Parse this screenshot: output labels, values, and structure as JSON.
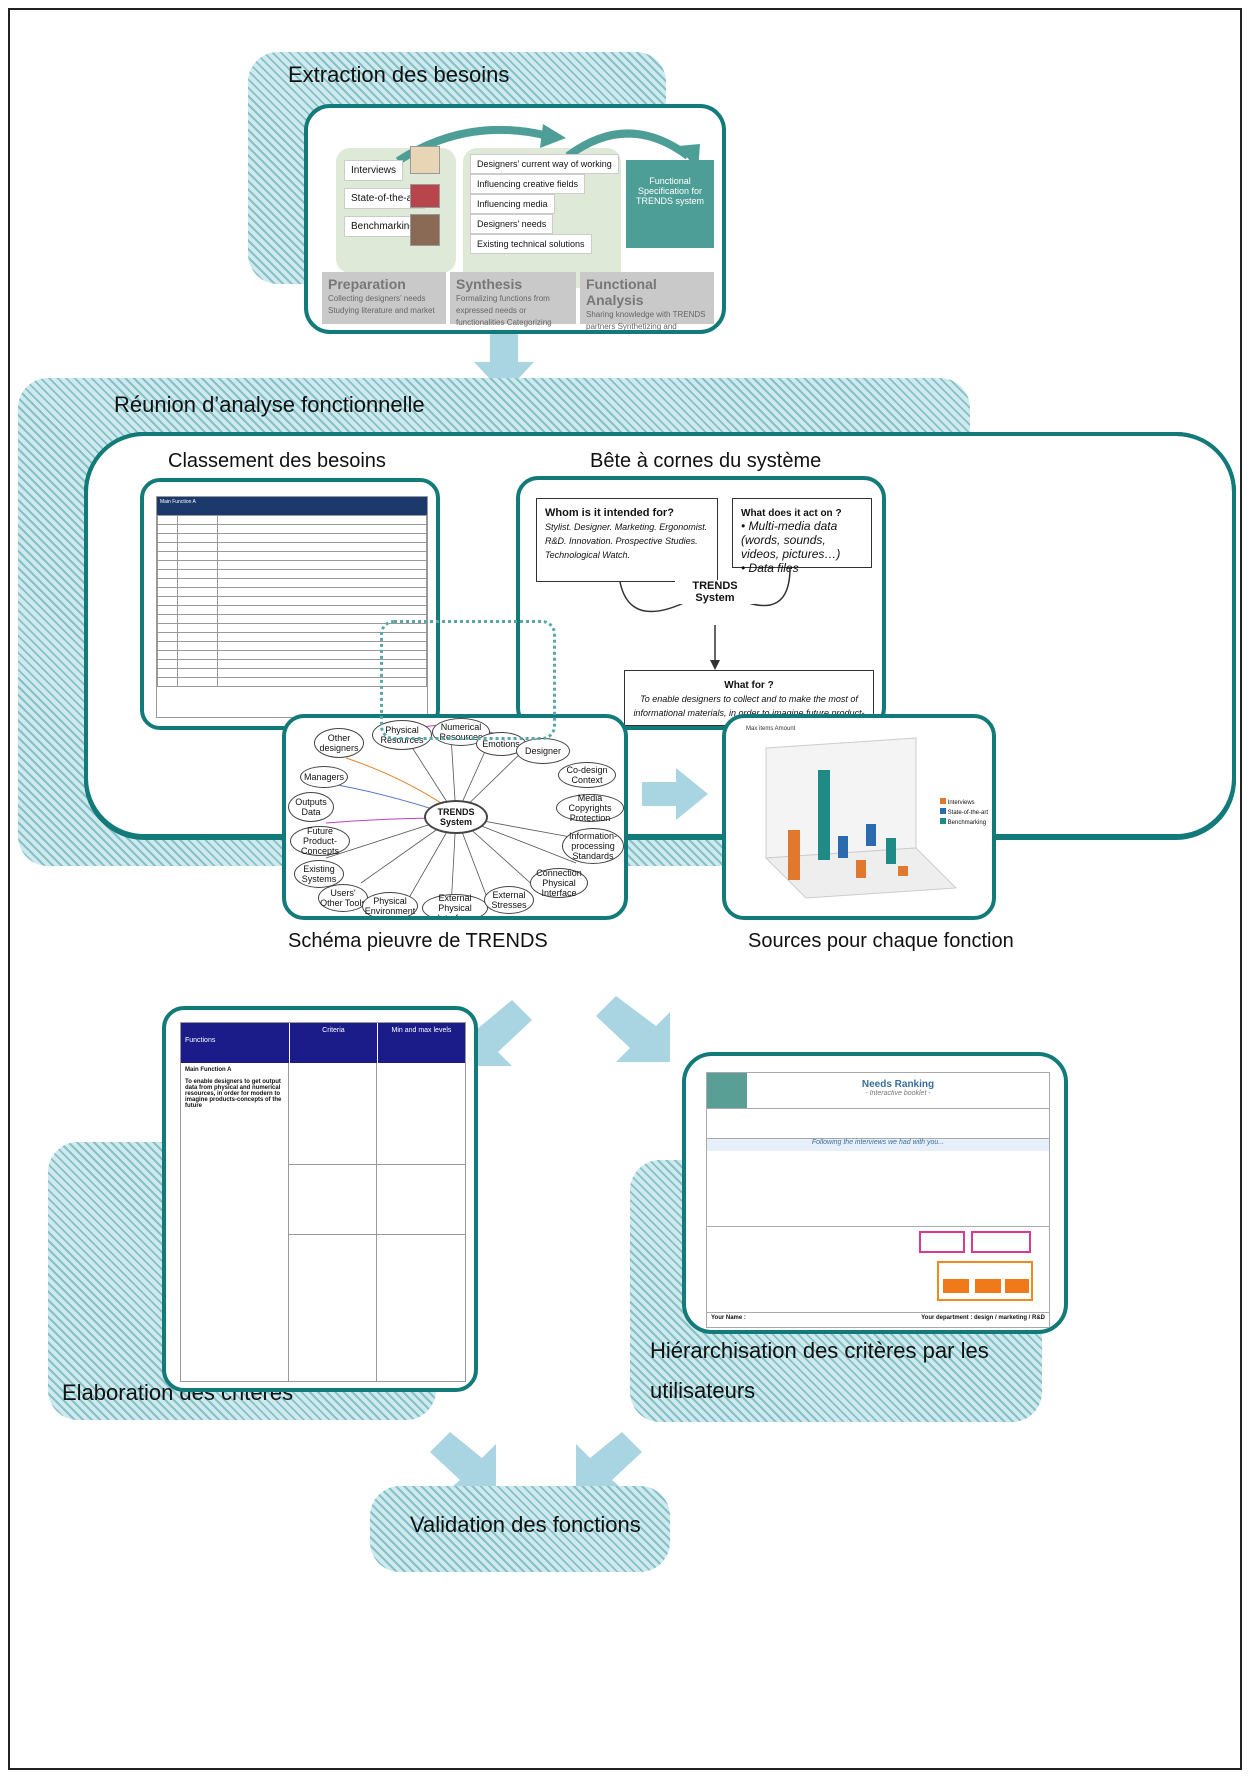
{
  "zones": {
    "extraction": "Extraction des besoins",
    "reunion": "Réunion d’analyse fonctionnelle",
    "elaboration": "Elaboration des critères",
    "hierarchisation_line1": "Hiérarchisation des critères par les",
    "hierarchisation_line2": "utilisateurs",
    "validation": "Validation des fonctions"
  },
  "sections": {
    "classement": "Classement des besoins",
    "bete": "Bête à cornes du système",
    "pieuvre": "Schéma pieuvre de TRENDS",
    "sources": "Sources pour chaque fonction"
  },
  "extraction_panel": {
    "inputs": [
      "Interviews",
      "State-of-the-art",
      "Benchmarking"
    ],
    "synthesis_items": [
      "Designers’ current way of working",
      "Influencing creative fields",
      "Influencing media",
      "Designers’ needs",
      "Existing technical solutions"
    ],
    "result": "Functional Specification for TRENDS system",
    "phases": [
      {
        "title": "Preparation",
        "text": "Collecting designers’ needs Studying literature and market"
      },
      {
        "title": "Synthesis",
        "text": "Formalizing functions from expressed needs or functionalities Categorizing functions"
      },
      {
        "title": "Functional Analysis",
        "text": "Sharing knowledge with TRENDS partners Synthetizing and categorizing users’ needs with various points of view"
      }
    ]
  },
  "bete": {
    "whom_title": "Whom is it intended for?",
    "whom_text": "Stylist. Designer. Marketing. Ergonomist. R&D. Innovation. Prospective Studies. Technological Watch.",
    "acts_title": "What does it act on ?",
    "acts_items": [
      "Multi-media data (words, sounds, videos, pictures…)",
      "Data files"
    ],
    "center": "TRENDS System",
    "for_title": "What for ?",
    "for_text": "To enable designers to collect and to make the most of informational materials, in order to imagine future product-concepts"
  },
  "pieuvre": {
    "center": "TRENDS System",
    "nodes": [
      "Physical Resources",
      "Numerical Resources",
      "Emotions",
      "Designer",
      "Other designers",
      "Managers",
      "Outputs Data",
      "Future Product-Concepts",
      "Existing Systems",
      "Users' Other Tools",
      "Physical Environment",
      "External Physical Interface",
      "External Stresses",
      "Connection Physical Interface",
      "Information-processing Standards",
      "Media Copyrights Protection",
      "Co-design Context"
    ]
  },
  "sources_chart": {
    "title": "Max items Amount",
    "legend": [
      "Interviews",
      "State-of-the-art",
      "Benchmarking"
    ]
  },
  "criteria_table": {
    "headers": [
      "Functions",
      "Criteria",
      "Min and max levels"
    ],
    "function": "Main Function A",
    "function_text": "To enable designers to get output data from physical and numerical resources, in order for modern to imagine products-concepts of the future"
  },
  "ranking": {
    "title": "Needs Ranking",
    "subtitle": "- Interactive booklet -",
    "section": "Following the interviews we had with you...",
    "your_name": "Your Name :",
    "department": "Your department : design / marketing / R&D"
  },
  "colors": {
    "teal_border": "#137a7a",
    "zone_fill": "#cfe9ec",
    "arrow": "#a9d4e2"
  }
}
